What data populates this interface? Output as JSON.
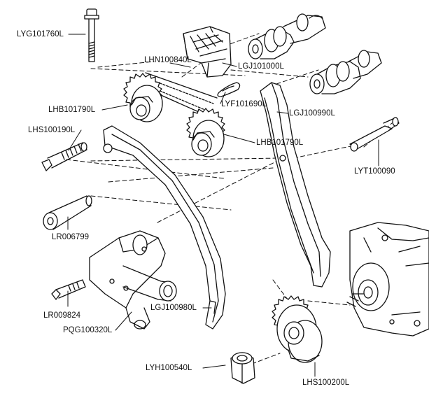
{
  "diagram": {
    "parts": [
      {
        "id": "LYG101760L",
        "label": "LYG101760L",
        "name": "long-bolt"
      },
      {
        "id": "LHN100840L",
        "label": "LHN100840L",
        "name": "upper-chain-guide"
      },
      {
        "id": "LGJ101000L",
        "label": "LGJ101000L",
        "name": "guide-mount"
      },
      {
        "id": "LYF101690L",
        "label": "LYF101690L",
        "name": "timing-chain-link"
      },
      {
        "id": "LHB101790L_a",
        "label": "LHB101790L",
        "name": "camshaft-sprocket-left"
      },
      {
        "id": "LHB101790L_b",
        "label": "LHB101790L",
        "name": "camshaft-sprocket-right"
      },
      {
        "id": "LGJ100990L",
        "label": "LGJ100990L",
        "name": "fixed-chain-guide"
      },
      {
        "id": "LHS100190L",
        "label": "LHS100190L",
        "name": "pivot-bolt"
      },
      {
        "id": "LYT100090",
        "label": "LYT100090",
        "name": "guide-pin"
      },
      {
        "id": "LR006799",
        "label": "LR006799",
        "name": "tensioner-plunger"
      },
      {
        "id": "LR009824",
        "label": "LR009824",
        "name": "tensioner-bolt"
      },
      {
        "id": "PQG100320L",
        "label": "PQG100320L",
        "name": "chain-tensioner"
      },
      {
        "id": "LGJ100980L",
        "label": "LGJ100980L",
        "name": "tensioner-blade"
      },
      {
        "id": "LYH100540L",
        "label": "LYH100540L",
        "name": "sprocket-nut"
      },
      {
        "id": "LHS200L",
        "label": "LHS100200L",
        "name": "crankshaft-sprocket"
      }
    ]
  }
}
